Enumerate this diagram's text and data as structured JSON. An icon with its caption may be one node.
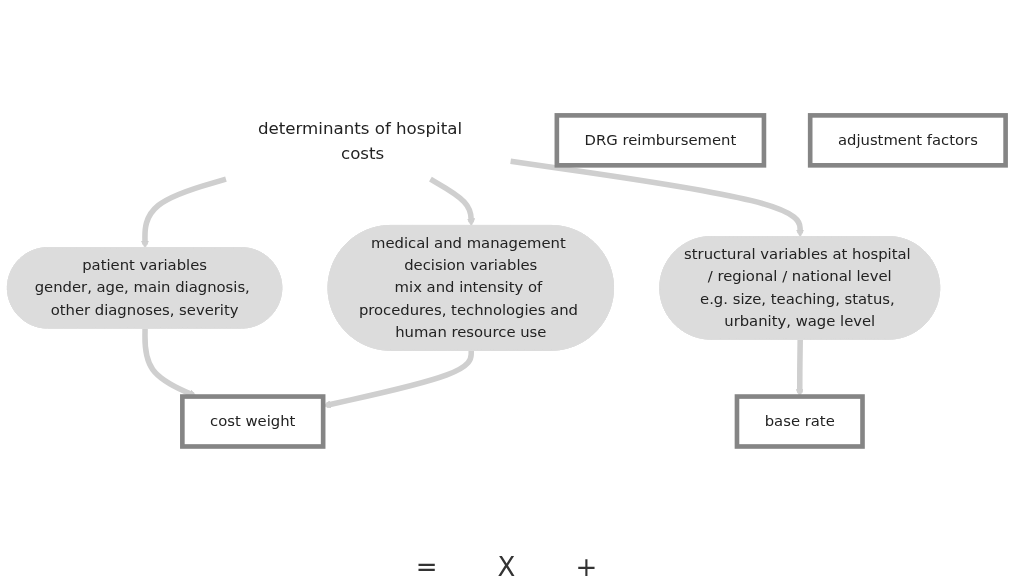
{
  "diagram": {
    "nodes": [
      {
        "text": [
          "determinants of hospital costs"
        ]
      },
      {
        "text": [
          "patient variables",
          "gender, age, main diagnosis, other diagnoses, severity"
        ]
      },
      {
        "text": [
          "medical and management decision variables",
          "mix and intensity of procedures, technologies and human resource use"
        ]
      },
      {
        "text": [
          "structural variables at hospital / regional / national level",
          "e.g. size, teaching, status, urbanity, wage level"
        ]
      },
      {
        "text": [
          "DRG reimbursement"
        ]
      },
      {
        "text": [
          "cost weight"
        ]
      },
      {
        "text": [
          "base rate"
        ]
      },
      {
        "text": [
          "adjustment factors"
        ]
      }
    ],
    "edges": [
      {
        "from": 0,
        "to": 1,
        "arrow": "to"
      },
      {
        "from": 0,
        "to": 2,
        "arrow": "to"
      },
      {
        "from": 0,
        "to": 3,
        "arrow": "to"
      },
      {
        "from": 1,
        "to": 5,
        "arrow": "to"
      },
      {
        "from": 2,
        "to": 5,
        "arrow": "to"
      },
      {
        "from": 3,
        "to": 6,
        "arrow": "to"
      }
    ],
    "labels": [
      "=",
      "X",
      "+"
    ]
  }
}
